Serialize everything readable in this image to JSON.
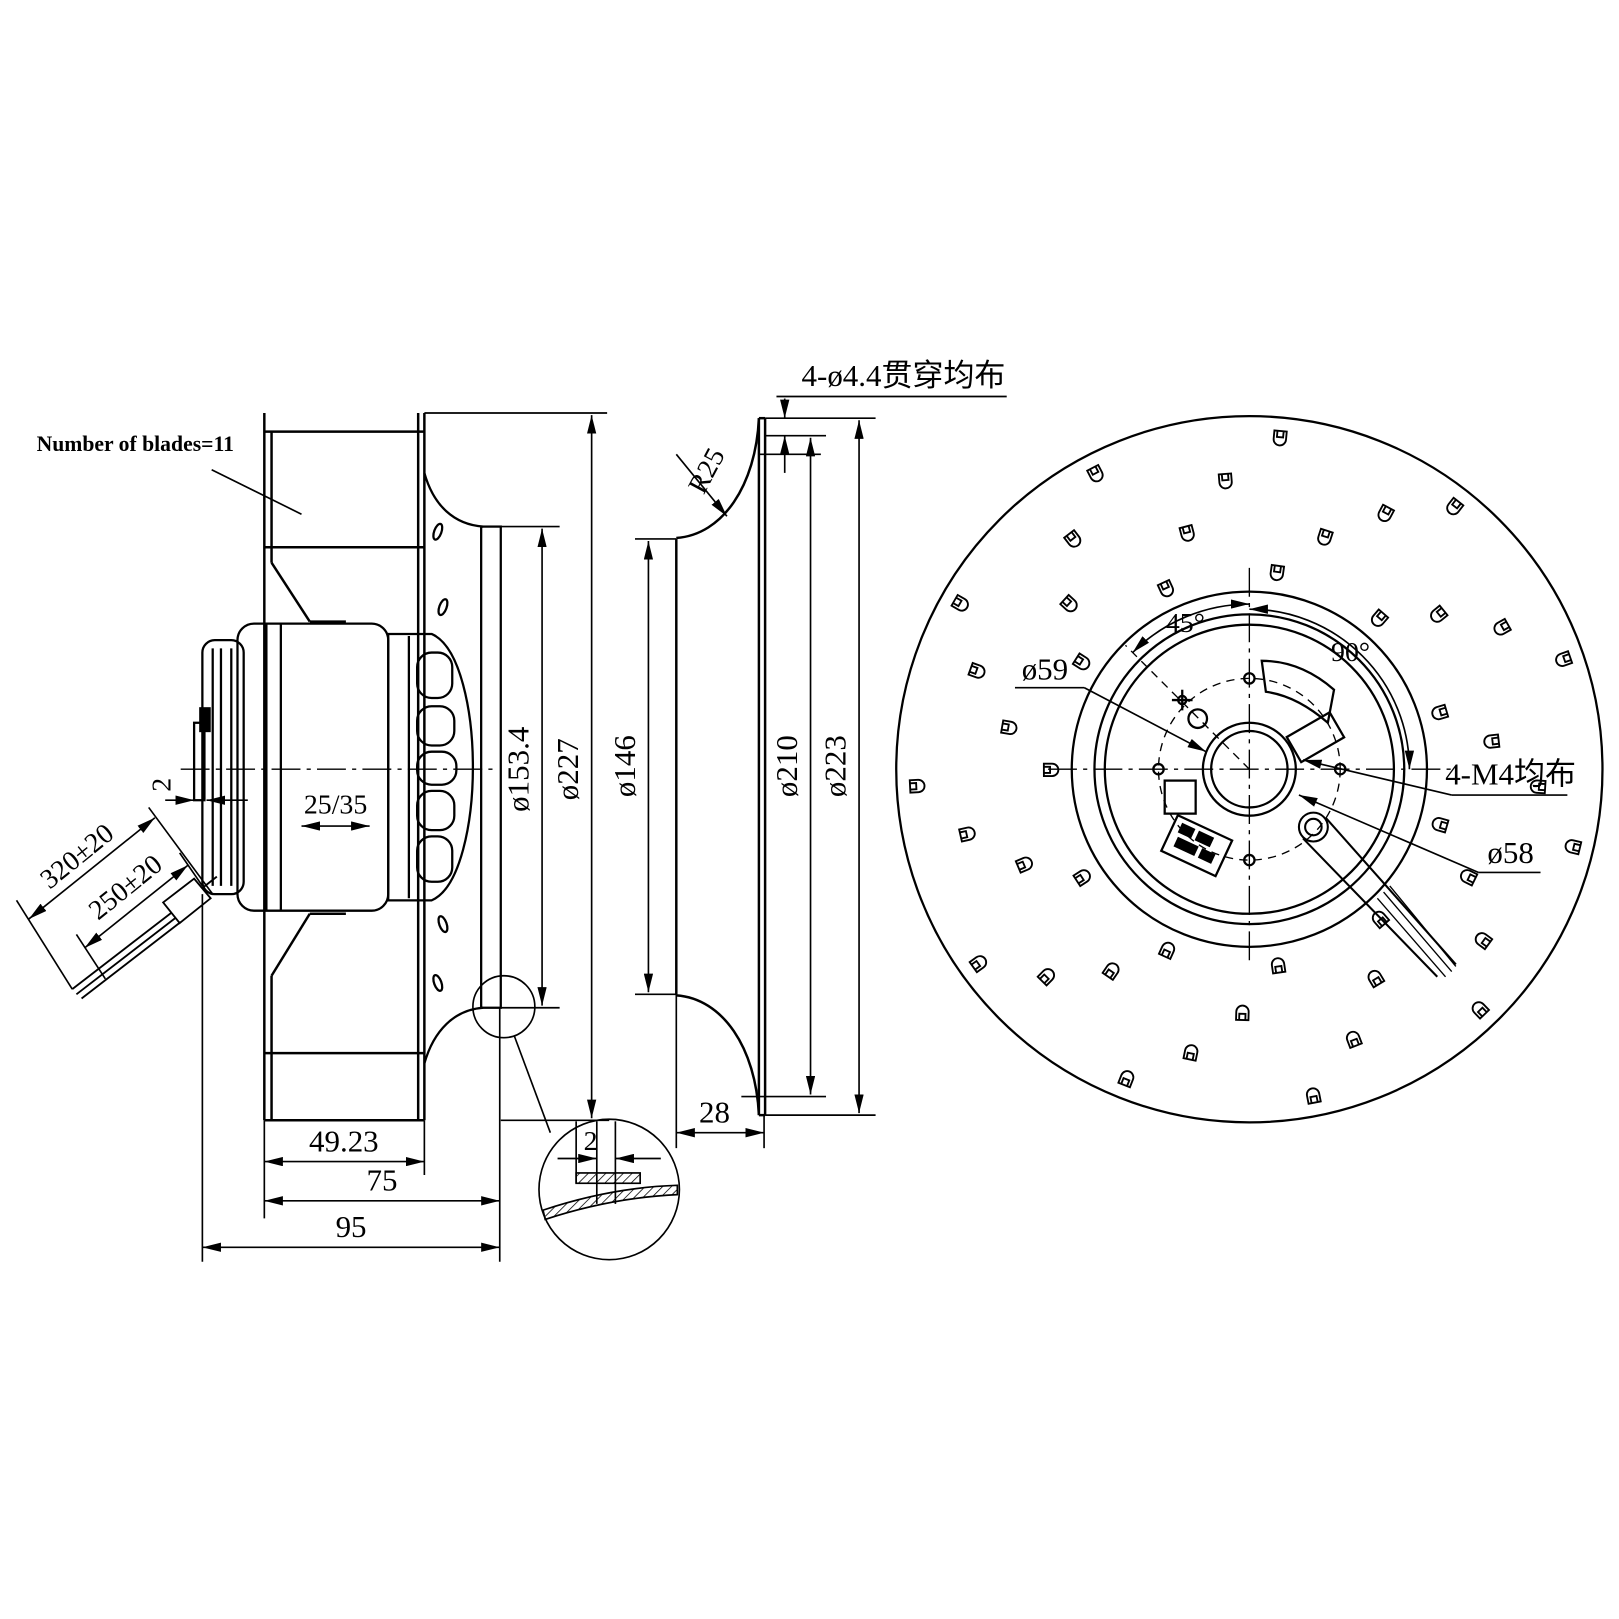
{
  "side_view": {
    "blades_note": "Number of blades=11",
    "dim_inlet_ring": "ø153.4",
    "dim_outer": "ø227",
    "dim_shaft_gap": "2",
    "dim_motor": "25/35",
    "dim_cable_long": "320±20",
    "dim_cable_short": "250±20",
    "dim_blade_height": "49.23",
    "dim_impeller_depth": "75",
    "dim_total_depth": "95",
    "detail_gap": "2"
  },
  "inlet_view": {
    "holes_note": "4-ø4.4贯穿均布",
    "radius": "R25",
    "dim_throat": "ø146",
    "dim_bolt_circle": "ø210",
    "dim_flange": "ø223",
    "dim_depth": "28"
  },
  "front_view": {
    "angle_45": "45°",
    "angle_90": "90°",
    "dim_hub": "ø59",
    "threads_note": "4-M4均布",
    "dim_bolt": "ø58"
  }
}
